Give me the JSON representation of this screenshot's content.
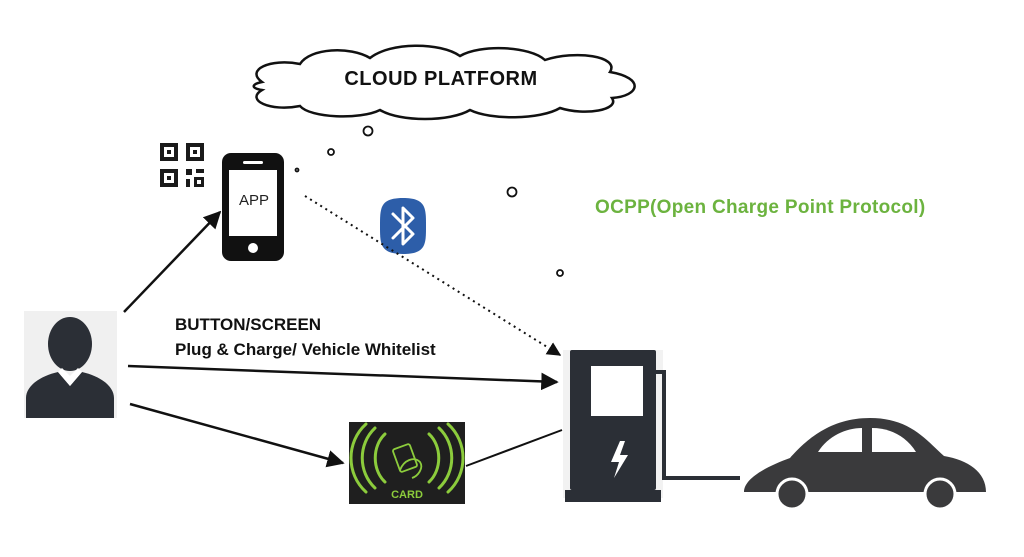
{
  "cloud": {
    "label": "CLOUD PLATFORM"
  },
  "protocol": {
    "label": "OCPP(Open Charge Point Protocol)",
    "color": "#6cb33f"
  },
  "phone": {
    "label": "APP"
  },
  "methods": {
    "button_screen": "BUTTON/SCREEN",
    "plug_charge": "Plug & Charge/ Vehicle Whitelist"
  },
  "card": {
    "label": "CARD",
    "color": "#8ccc3c"
  },
  "icons": {
    "user": "user-icon",
    "qr": "qr-code-icon",
    "bluetooth": "bluetooth-icon",
    "charger": "charging-station-icon",
    "car": "car-icon"
  },
  "colors": {
    "dark": "#2b2f36",
    "bluetooth": "#2d5ea9"
  }
}
